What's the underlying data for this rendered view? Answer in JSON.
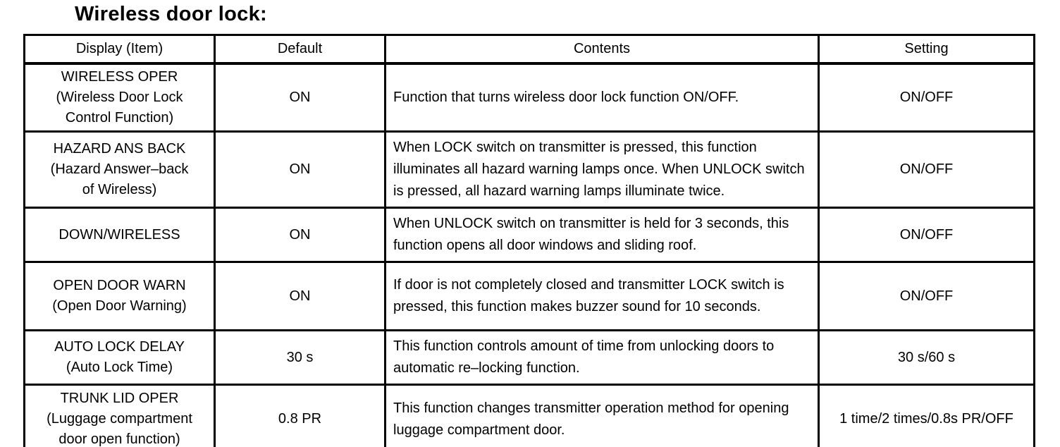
{
  "title": "Wireless door lock:",
  "table": {
    "headers": [
      "Display (Item)",
      "Default",
      "Contents",
      "Setting"
    ],
    "rows": [
      {
        "item": "WIRELESS OPER\n(Wireless Door Lock\nControl Function)",
        "default": "ON",
        "contents": "Function that turns wireless door lock function ON/OFF.",
        "setting": "ON/OFF"
      },
      {
        "item": "HAZARD ANS BACK\n(Hazard Answer–back\nof Wireless)",
        "default": "ON",
        "contents": "When LOCK switch on transmitter is pressed, this function illuminates all hazard warning lamps once. When UNLOCK switch is pressed, all hazard warning lamps illuminate twice.",
        "setting": "ON/OFF"
      },
      {
        "item": "DOWN/WIRELESS",
        "default": "ON",
        "contents": "When UNLOCK switch on transmitter is held for 3 seconds, this function opens all door windows and sliding roof.",
        "setting": "ON/OFF"
      },
      {
        "item": "OPEN DOOR WARN\n(Open Door Warning)",
        "default": "ON",
        "contents": "If door is not completely closed and transmitter LOCK switch is pressed, this function makes buzzer sound for 10 seconds.",
        "setting": "ON/OFF"
      },
      {
        "item": "AUTO LOCK DELAY\n(Auto Lock Time)",
        "default": "30 s",
        "contents": "This function controls amount of time from unlocking doors to automatic re–locking function.",
        "setting": "30 s/60 s"
      },
      {
        "item": "TRUNK LID OPER\n(Luggage compartment\ndoor open function)",
        "default": "0.8 PR",
        "contents": "This function changes transmitter operation method for opening luggage compartment door.",
        "setting": "1 time/2 times/0.8s PR/OFF"
      }
    ]
  }
}
